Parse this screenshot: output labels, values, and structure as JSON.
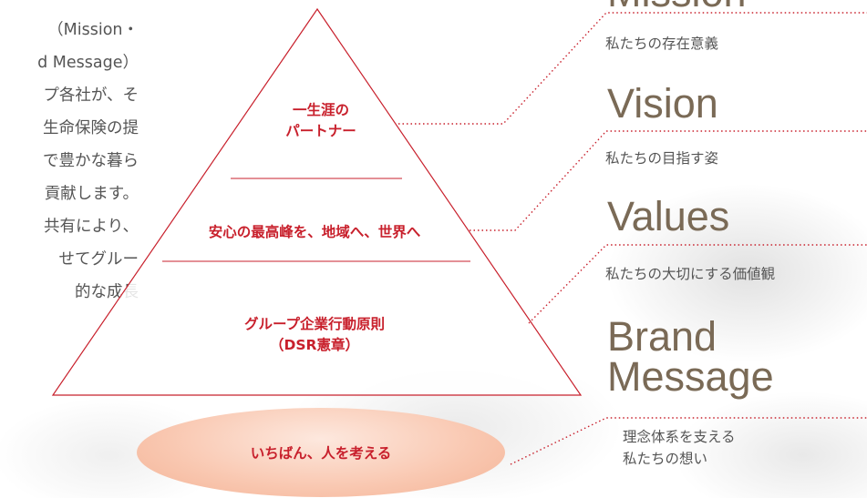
{
  "left_text": {
    "lines": [
      "（Mission・",
      "d Message）",
      "プ各社が、そ",
      "生命保険の提",
      "で豊かな暮ら",
      "貢献します。",
      "共有により、",
      "せてグルー",
      "的な成長",
      ""
    ]
  },
  "pyramid": {
    "top_label_line1": "一生涯の",
    "top_label_line2": "パートナー",
    "middle_label": "安心の最高峰を、地域へ、世界へ",
    "bottom_label_line1": "グループ企業行動原則",
    "bottom_label_line2": "（DSR憲章）"
  },
  "base_oval": {
    "label": "いちばん、人を考える"
  },
  "right_column": {
    "mission": {
      "title": "Mission",
      "desc": "私たちの存在意義"
    },
    "vision": {
      "title": "Vision",
      "desc": "私たちの目指す姿"
    },
    "values": {
      "title": "Values",
      "desc": "私たちの大切にする価値観"
    },
    "brand": {
      "title_line1": "Brand",
      "title_line2": "Message",
      "desc_line1": "理念体系を支える",
      "desc_line2": "私たちの想い"
    }
  },
  "colors": {
    "accent_red": "#c8202c",
    "title_brown": "#7a6a56",
    "dotted_line": "#c8202c"
  }
}
